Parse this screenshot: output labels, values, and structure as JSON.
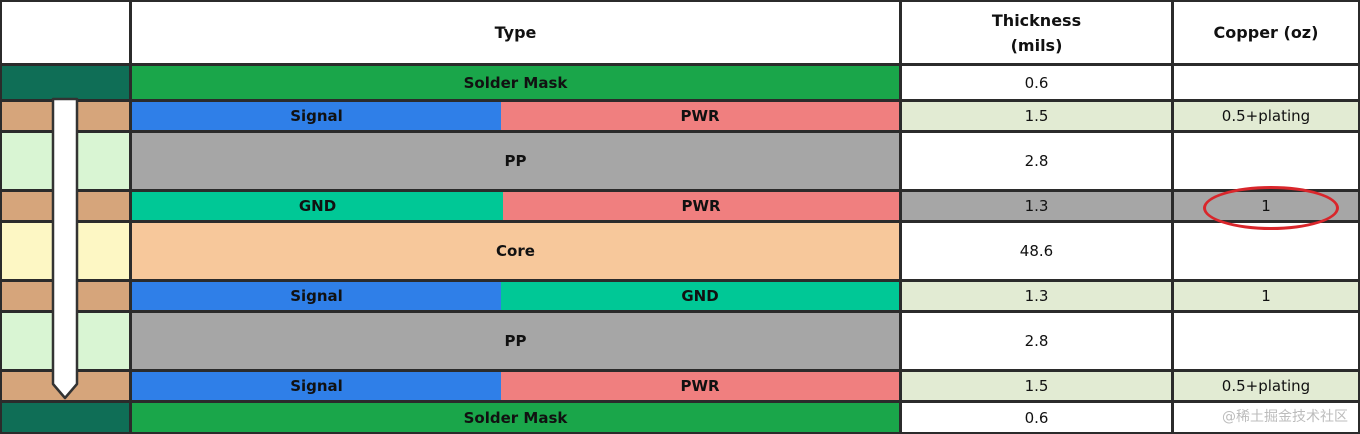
{
  "header": {
    "type": "Type",
    "thickness_line1": "Thickness",
    "thickness_line2": "(mils)",
    "copper": "Copper (oz)"
  },
  "rows": [
    {
      "label": "Solder Mask",
      "thickness": "0.6",
      "copper": ""
    },
    {
      "left": "Signal",
      "right": "PWR",
      "thickness": "1.5",
      "copper": "0.5+plating"
    },
    {
      "label": "PP",
      "thickness": "2.8",
      "copper": ""
    },
    {
      "left": "GND",
      "right": "PWR",
      "thickness": "1.3",
      "copper": "1"
    },
    {
      "label": "Core",
      "thickness": "48.6",
      "copper": ""
    },
    {
      "left": "Signal",
      "right": "GND",
      "thickness": "1.3",
      "copper": "1"
    },
    {
      "label": "PP",
      "thickness": "2.8",
      "copper": ""
    },
    {
      "left": "Signal",
      "right": "PWR",
      "thickness": "1.5",
      "copper": "0.5+plating"
    },
    {
      "label": "Solder Mask",
      "thickness": "0.6",
      "copper": ""
    }
  ],
  "colors": {
    "solder_mask": "#1aa64a",
    "solder_mask_dark": "#0f6e56",
    "signal": "#2f7fe8",
    "pwr": "#f07f7f",
    "gnd": "#00c896",
    "pp": "#a6a6a6",
    "core": "#f7c89b",
    "copper_layer": "#d6a57b",
    "pp_side": "#d9f5d3",
    "core_side": "#fdf7c4",
    "value_green": "#e2ebd3",
    "highlight_grey": "#a6a6a6",
    "circle": "#d9262b"
  },
  "watermark": "@稀土掘金技术社区"
}
